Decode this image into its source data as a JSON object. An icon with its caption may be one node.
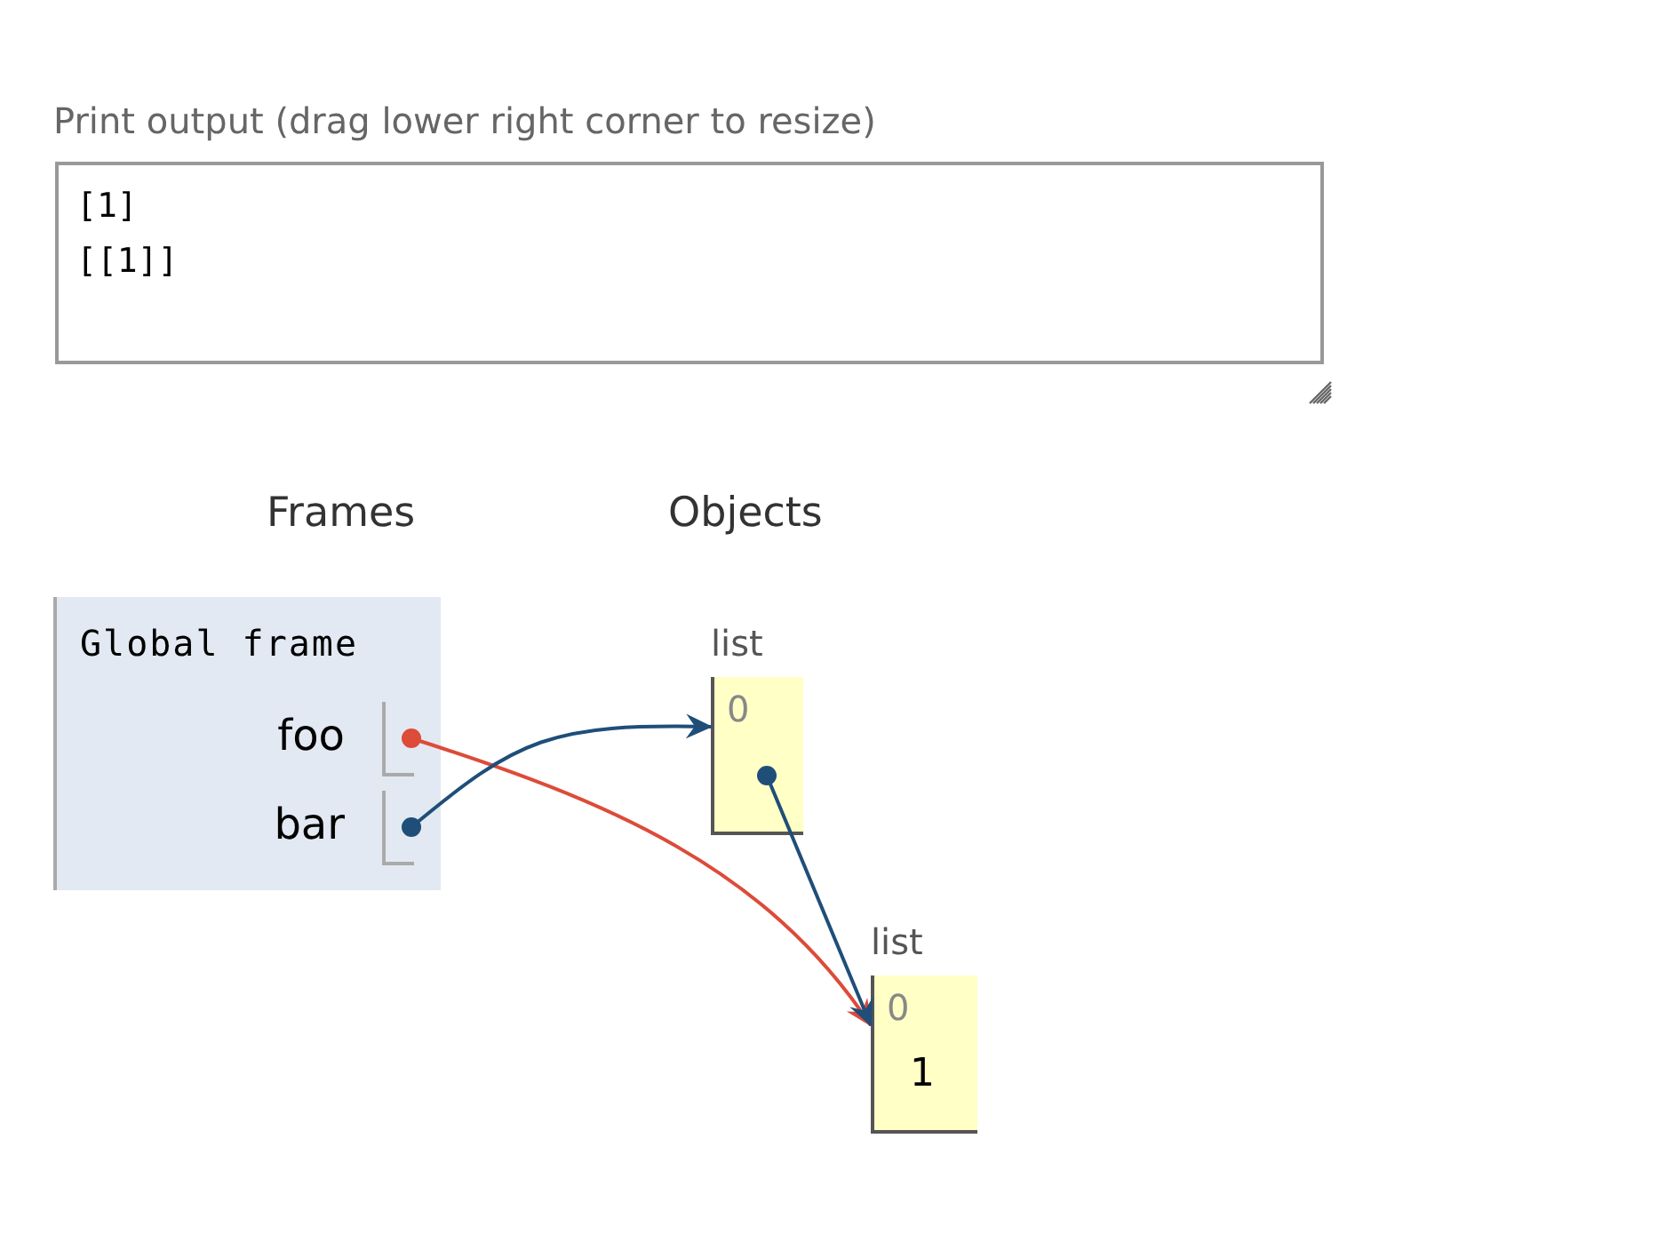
{
  "diagram": {
    "nodes": [
      {
        "text": [
          "[1]",
          "[[1]]"
        ]
      },
      {
        "text": [
          "Global frame"
        ]
      },
      {
        "text": [
          "foo"
        ],
        "in": 1
      },
      {
        "text": [
          "bar"
        ],
        "in": 1
      },
      {
        "text": [
          "list",
          "0"
        ]
      },
      {
        "text": [
          "list",
          "0",
          "1"
        ]
      }
    ],
    "edges": [
      {
        "from": 2,
        "to": 5,
        "arrow": "to",
        "color": "#dd4b39"
      },
      {
        "from": 3,
        "to": 4,
        "arrow": "to"
      },
      {
        "from": 4,
        "to": 5,
        "arrow": "to"
      }
    ],
    "labels": [
      "Print output (drag lower right corner to resize)",
      "Frames",
      "Objects"
    ]
  }
}
